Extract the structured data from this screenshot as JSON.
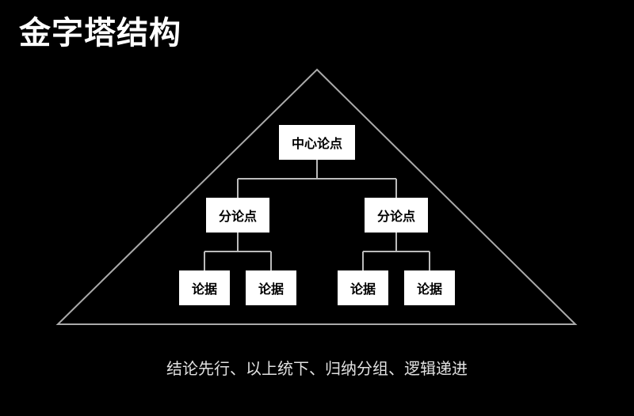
{
  "title": "金字塔结构",
  "diagram": {
    "root": "中心论点",
    "branches": [
      {
        "label": "分论点",
        "leaves": [
          "论据",
          "论据"
        ]
      },
      {
        "label": "分论点",
        "leaves": [
          "论据",
          "论据"
        ]
      }
    ]
  },
  "caption": "结论先行、以上统下、归纳分组、逻辑递进",
  "colors": {
    "background": "#000000",
    "box_fill": "#ffffff",
    "box_text": "#000000",
    "line": "#bbbbbb",
    "triangle": "#aaaaaa",
    "caption": "#e0e0e0"
  }
}
